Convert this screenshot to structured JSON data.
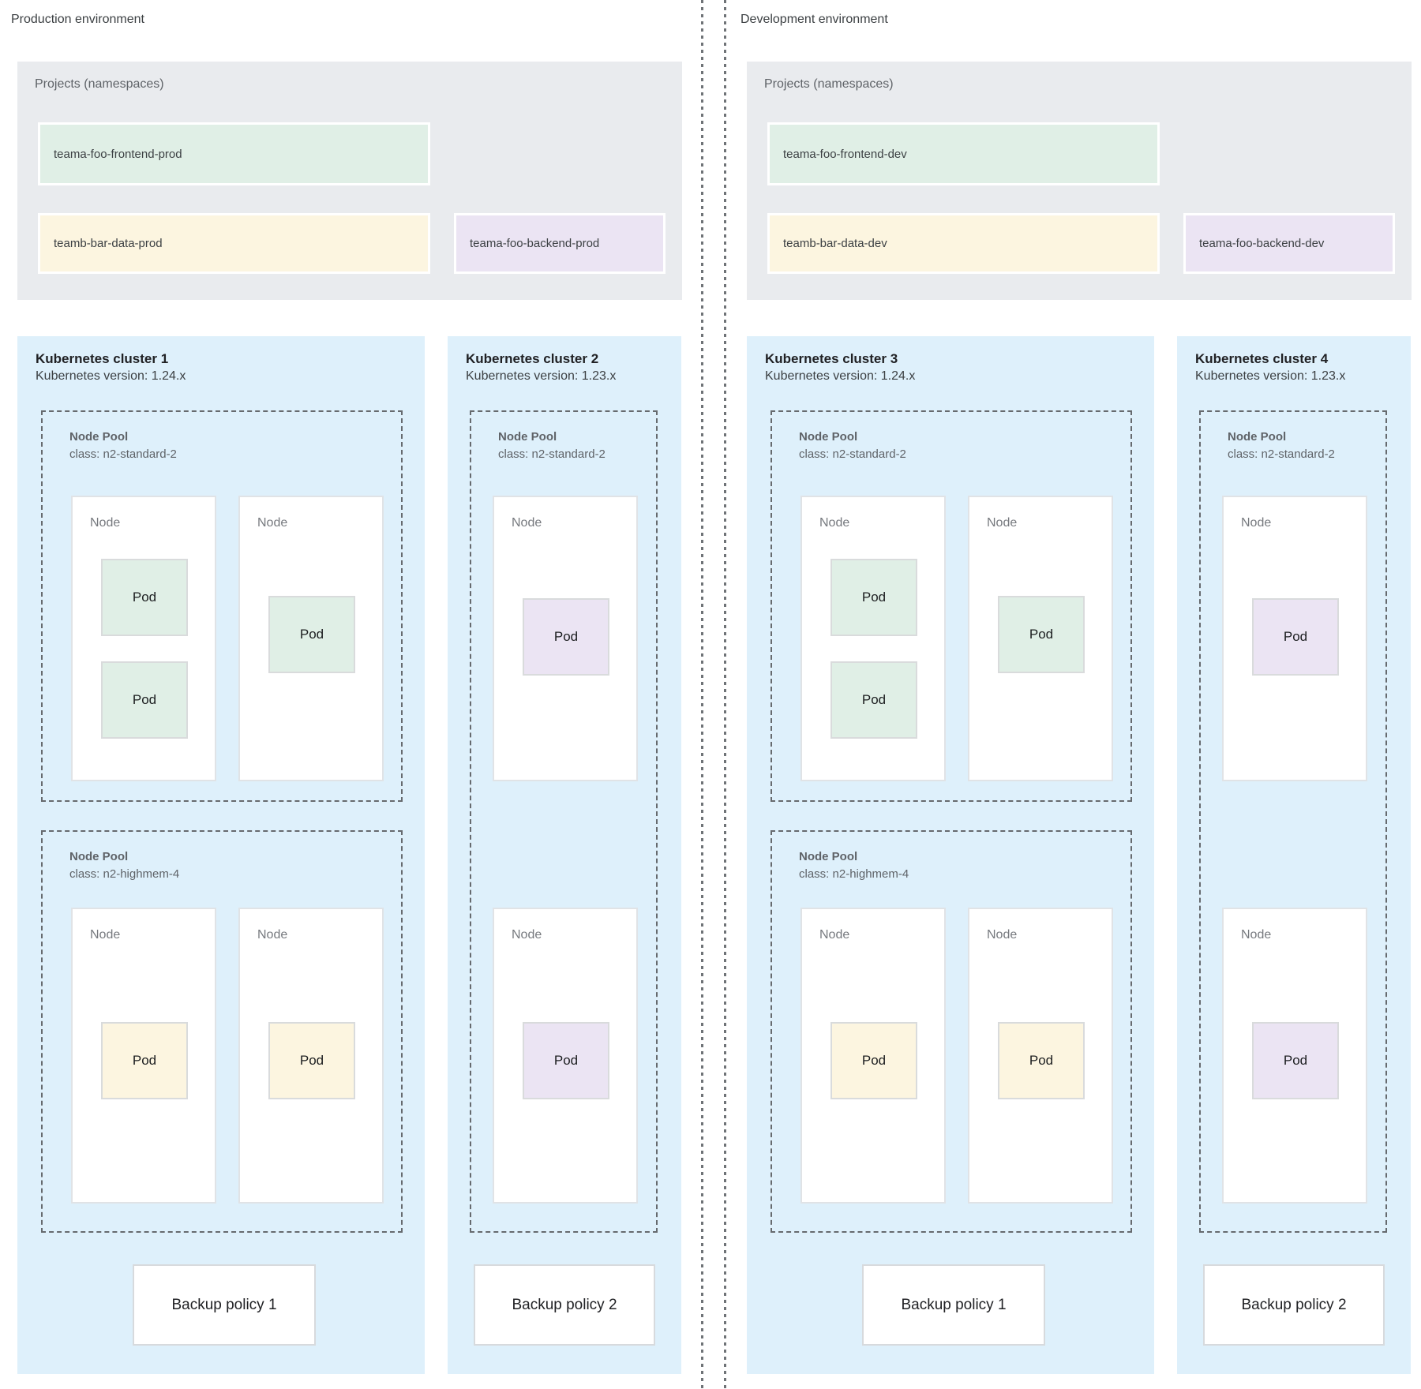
{
  "labels": {
    "node": "Node",
    "pod": "Pod"
  },
  "palette": {
    "green": "#e0efe6",
    "yellow": "#fcf5e0",
    "purple": "#ebe4f3",
    "cluster_bg": "#def0fb",
    "projects_bg": "#e9ebee"
  },
  "environments": [
    {
      "label": "Production environment",
      "projects": {
        "title": "Projects (namespaces)",
        "namespaces": [
          {
            "label": "teama-foo-frontend-prod",
            "color": "green"
          },
          {
            "label": "teamb-bar-data-prod",
            "color": "yellow"
          },
          {
            "label": "teama-foo-backend-prod",
            "color": "purple"
          }
        ]
      },
      "clusters": [
        {
          "title": "Kubernetes cluster 1",
          "version": "Kubernetes version: 1.24.x",
          "backup_policy": "Backup policy 1",
          "node_pools": [
            {
              "label": "Node Pool",
              "class_label": "class: n2-standard-2",
              "nodes": [
                {
                  "pods": [
                    {
                      "label": "Pod",
                      "color": "green"
                    },
                    {
                      "label": "Pod",
                      "color": "green"
                    }
                  ]
                },
                {
                  "pods": [
                    {
                      "label": "Pod",
                      "color": "green"
                    }
                  ]
                }
              ]
            },
            {
              "label": "Node Pool",
              "class_label": "class: n2-highmem-4",
              "nodes": [
                {
                  "pods": [
                    {
                      "label": "Pod",
                      "color": "yellow"
                    }
                  ]
                },
                {
                  "pods": [
                    {
                      "label": "Pod",
                      "color": "yellow"
                    }
                  ]
                }
              ]
            }
          ]
        },
        {
          "title": "Kubernetes cluster 2",
          "version": "Kubernetes version: 1.23.x",
          "backup_policy": "Backup policy 2",
          "node_pools": [
            {
              "label": "Node Pool",
              "class_label": "class: n2-standard-2",
              "nodes": [
                {
                  "pods": [
                    {
                      "label": "Pod",
                      "color": "purple"
                    }
                  ]
                },
                {
                  "pods": [
                    {
                      "label": "Pod",
                      "color": "purple"
                    }
                  ]
                }
              ]
            }
          ]
        }
      ]
    },
    {
      "label": "Development environment",
      "projects": {
        "title": "Projects (namespaces)",
        "namespaces": [
          {
            "label": "teama-foo-frontend-dev",
            "color": "green"
          },
          {
            "label": "teamb-bar-data-dev",
            "color": "yellow"
          },
          {
            "label": "teama-foo-backend-dev",
            "color": "purple"
          }
        ]
      },
      "clusters": [
        {
          "title": "Kubernetes cluster 3",
          "version": "Kubernetes version: 1.24.x",
          "backup_policy": "Backup policy 1",
          "node_pools": [
            {
              "label": "Node Pool",
              "class_label": "class: n2-standard-2",
              "nodes": [
                {
                  "pods": [
                    {
                      "label": "Pod",
                      "color": "green"
                    },
                    {
                      "label": "Pod",
                      "color": "green"
                    }
                  ]
                },
                {
                  "pods": [
                    {
                      "label": "Pod",
                      "color": "green"
                    }
                  ]
                }
              ]
            },
            {
              "label": "Node Pool",
              "class_label": "class: n2-highmem-4",
              "nodes": [
                {
                  "pods": [
                    {
                      "label": "Pod",
                      "color": "yellow"
                    }
                  ]
                },
                {
                  "pods": [
                    {
                      "label": "Pod",
                      "color": "yellow"
                    }
                  ]
                }
              ]
            }
          ]
        },
        {
          "title": "Kubernetes cluster 4",
          "version": "Kubernetes version: 1.23.x",
          "backup_policy": "Backup policy 2",
          "node_pools": [
            {
              "label": "Node Pool",
              "class_label": "class: n2-standard-2",
              "nodes": [
                {
                  "pods": [
                    {
                      "label": "Pod",
                      "color": "purple"
                    }
                  ]
                },
                {
                  "pods": [
                    {
                      "label": "Pod",
                      "color": "purple"
                    }
                  ]
                }
              ]
            }
          ]
        }
      ]
    }
  ]
}
